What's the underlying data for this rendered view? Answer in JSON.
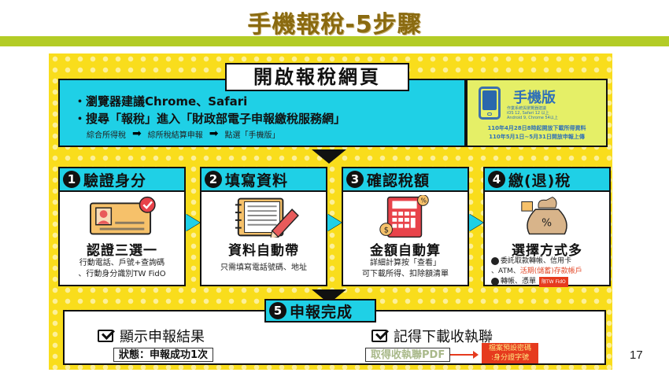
{
  "slide": {
    "title": "手機報稅-5步驟",
    "page_number": "17",
    "colors": {
      "title": "#8a6a10",
      "title_bar": "#b3cc26",
      "poster_bg": "#f9dd1c",
      "cyan": "#1fd0e6",
      "mobile_bg": "#e5ef67",
      "mobile_text": "#2f70b8",
      "red": "#e63a1e"
    }
  },
  "open_web": {
    "title": "開啟報稅網頁",
    "bullet1": "・瀏覽器建議Chrome、Safari",
    "bullet2": "・搜尋「報稅」進入「財政部電子申報繳稅服務網」",
    "path": [
      "綜合所得稅",
      "綜所稅結算申報",
      "點選「手機版」"
    ],
    "path_arrow": "➡"
  },
  "mobile": {
    "icon": "tablet-icon",
    "title": "手機版",
    "small1": "作業系統與瀏覽器建議",
    "small2": "iOS 12, Safari 12          以上",
    "small3": "Android 9, Chrome 54以上",
    "date1": "110年4月28日8時起開放下載所得資料",
    "date2": "110年5月1日~5月31日開放申報上傳"
  },
  "steps": [
    {
      "num": "1",
      "title": "驗證身分",
      "icon": "id-card-check-icon",
      "subtitle": "認證三選一",
      "desc1": "行動電話、戶號+查詢碼",
      "desc2": "、行動身分識別TW FidO"
    },
    {
      "num": "2",
      "title": "填寫資料",
      "icon": "notebook-pencil-icon",
      "subtitle": "資料自動帶",
      "desc1": "只需填寫電話號碼、地址"
    },
    {
      "num": "3",
      "title": "確認稅額",
      "icon": "calculator-icon",
      "subtitle": "金額自動算",
      "desc1": "詳細計算按「查看」",
      "desc2": "可下載所得、扣除額清單"
    },
    {
      "num": "4",
      "title": "繳(退)稅",
      "icon": "money-bag-icon",
      "subtitle": "選擇方式多",
      "pay_line1": "委託取款轉帳、信用卡",
      "pay_line2a": "、ATM、",
      "pay_line2b": "活期(儲蓄)存款帳戶",
      "pay_tag": "限TW FidO",
      "refund_line": "轉帳、憑單"
    }
  ],
  "done": {
    "num": "5",
    "title": "申報完成",
    "check1": "顯示申報結果",
    "status": "狀態：申報成功1次",
    "check2": "記得下載收執聯",
    "pdf": "取得收執聯PDF",
    "password_line1": "檔案預設密碼",
    "password_line2": ":身分證字號"
  }
}
